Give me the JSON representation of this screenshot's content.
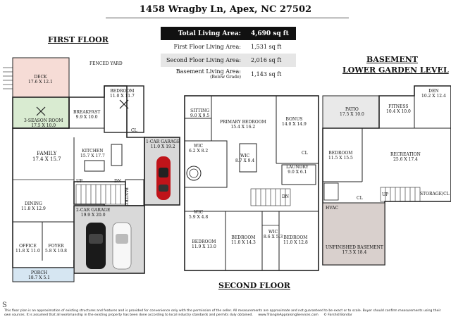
{
  "address": "1458 Wragby Ln, Apex, NC 27502",
  "areas": {
    "total_label": "Total Living Area:",
    "total_value": "4,690 sq ft",
    "first_label": "First Floor Living Area:",
    "first_value": "1,531 sq ft",
    "second_label": "Second Floor Living Area:",
    "second_value": "2,016 sq ft",
    "basement_label": "Basement Living Area:",
    "basement_sublabel": "(Below Grade)",
    "basement_value": "1,143 sq ft"
  },
  "headers": {
    "first_floor": "FIRST FLOOR",
    "second_floor": "SECOND FLOOR",
    "basement_line1": "BASEMENT",
    "basement_line2": "LOWER GARDEN LEVEL"
  },
  "first_floor": {
    "fenced_yard": "FENCED YARD",
    "deck": [
      "DECK",
      "17.6 X 12.1"
    ],
    "three_season": [
      "3-SEASON ROOM",
      "17.5 X 10.0"
    ],
    "breakfast": [
      "BREAKFAST",
      "9.9 X 10.0"
    ],
    "bedroom": [
      "BEDROOM",
      "11.0 X 11.7"
    ],
    "cl": "CL",
    "family": [
      "FAMILY",
      "17.4 X 15.7"
    ],
    "kitchen": [
      "KITCHEN",
      "15.7 X 17.7"
    ],
    "garage1": [
      "1-CAR GARAGE",
      "11.0 X 19.2"
    ],
    "pantry": "PANTRY",
    "dining": [
      "DINING",
      "11.8 X 12.9"
    ],
    "garage2": [
      "2-CAR GARAGE",
      "19.9 X 20.0"
    ],
    "office": [
      "OFFICE",
      "11.8 X 11.0"
    ],
    "foyer": [
      "FOYER",
      "5.8 X 10.8"
    ],
    "porch": [
      "PORCH",
      "18.7 X 5.1"
    ],
    "up": "UP",
    "dn": "DN"
  },
  "second_floor": {
    "sitting": [
      "SITTING",
      "9.0 X 9.5"
    ],
    "primary": [
      "PRIMARY BEDROOM",
      "15.4 X 16.2"
    ],
    "bonus": [
      "BONUS",
      "14.0 X 14.9"
    ],
    "wic1": [
      "WIC",
      "6.2 X 8.2"
    ],
    "wic2": [
      "WIC",
      "8.7 X 9.4"
    ],
    "cl": "CL",
    "laundry": [
      "LAUNDRY",
      "9.0 X 6.1"
    ],
    "wic3": [
      "WIC",
      "5.9 X 4.8"
    ],
    "wic4": [
      "WIC",
      "8.6 X 5.3"
    ],
    "bedroom1": [
      "BEDROOM",
      "11.9 X 13.0"
    ],
    "bedroom2": [
      "BEDROOM",
      "11.0 X 14.3"
    ],
    "bedroom3": [
      "BEDROOM",
      "11.0 X 12.8"
    ],
    "dn": "DN"
  },
  "basement": {
    "patio": [
      "PATIO",
      "17.5 X 10.0"
    ],
    "fitness": [
      "FITNESS",
      "10.4 X 10.0"
    ],
    "den": [
      "DEN",
      "10.2 X 12.4"
    ],
    "bedroom": [
      "BEDROOM",
      "11.5 X 15.5"
    ],
    "recreation": [
      "RECREATION",
      "25.6 X 17.4"
    ],
    "storage": "STORAGE/CL",
    "cl": "CL",
    "up": "UP",
    "hvac": "HVAC",
    "unfinished": [
      "UNFINISHED BASEMENT",
      "17.3 X 18.4"
    ]
  },
  "footer": {
    "logo": "S",
    "disclaimer": "This floor plan is an approximation of existing structures and features and is provided for convenience only with the permission of the seller.  All measurements are approximate and not guaranteed to be exact or to scale.  Buyer should confirm measurements using their own sources.  It is assumed that all workmanship in the existing property has been done according to local industry standards and permits duly obtained.",
    "website": "www.TriangleAppraisingServices.com",
    "copyright": "© Farshid Bondar"
  },
  "colors": {
    "deck": "#f6dcd6",
    "three_season": "#d9ebd1",
    "porch": "#d6e6f2",
    "garage": "#d9d9d9",
    "patio": "#e9e9e9",
    "unfinished": "#d9d0cd",
    "wall": "#222222"
  }
}
